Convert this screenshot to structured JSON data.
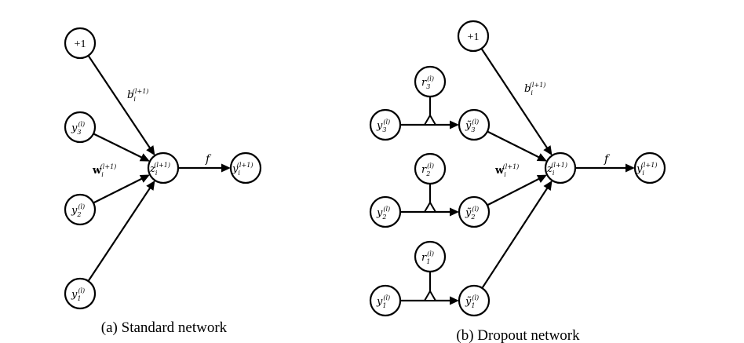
{
  "figures": [
    {
      "id": "standard",
      "caption": "(a) Standard network",
      "nodes": [
        {
          "id": "bias",
          "label": "+1",
          "kind": "plain"
        },
        {
          "id": "y3",
          "base": "y",
          "sub": "3",
          "sup": "(l)"
        },
        {
          "id": "y2",
          "base": "y",
          "sub": "2",
          "sup": "(l)"
        },
        {
          "id": "y1",
          "base": "y",
          "sub": "1",
          "sup": "(l)"
        },
        {
          "id": "z",
          "base": "z",
          "sub": "i",
          "sup": "(l+1)"
        },
        {
          "id": "out",
          "base": "y",
          "sub": "i",
          "sup": "(l+1)"
        }
      ],
      "edges": [
        {
          "from": "bias",
          "to": "z"
        },
        {
          "from": "y3",
          "to": "z"
        },
        {
          "from": "y2",
          "to": "z"
        },
        {
          "from": "y1",
          "to": "z"
        },
        {
          "from": "z",
          "to": "out"
        }
      ],
      "labels": {
        "bias_weight": {
          "base": "b",
          "sub": "i",
          "sup": "(l+1)"
        },
        "weights": {
          "base": "w",
          "sub": "i",
          "sup": "(l+1)",
          "bold": true
        },
        "activation": "f"
      }
    },
    {
      "id": "dropout",
      "caption": "(b) Dropout network",
      "nodes": [
        {
          "id": "bias",
          "label": "+1",
          "kind": "plain"
        },
        {
          "id": "r3",
          "base": "r",
          "sub": "3",
          "sup": "(l)"
        },
        {
          "id": "r2",
          "base": "r",
          "sub": "2",
          "sup": "(l)"
        },
        {
          "id": "r1",
          "base": "r",
          "sub": "1",
          "sup": "(l)"
        },
        {
          "id": "y3",
          "base": "y",
          "sub": "3",
          "sup": "(l)"
        },
        {
          "id": "y2",
          "base": "y",
          "sub": "2",
          "sup": "(l)"
        },
        {
          "id": "y1",
          "base": "y",
          "sub": "1",
          "sup": "(l)"
        },
        {
          "id": "yt3",
          "base": "ỹ",
          "sub": "3",
          "sup": "(l)"
        },
        {
          "id": "yt2",
          "base": "ỹ",
          "sub": "2",
          "sup": "(l)"
        },
        {
          "id": "yt1",
          "base": "ỹ",
          "sub": "1",
          "sup": "(l)"
        },
        {
          "id": "z",
          "base": "z",
          "sub": "i",
          "sup": "(l+1)"
        },
        {
          "id": "out",
          "base": "y",
          "sub": "i",
          "sup": "(l+1)"
        }
      ],
      "edges": [
        {
          "from": "y3",
          "to": "yt3",
          "gate": "r3"
        },
        {
          "from": "y2",
          "to": "yt2",
          "gate": "r2"
        },
        {
          "from": "y1",
          "to": "yt1",
          "gate": "r1"
        },
        {
          "from": "bias",
          "to": "z"
        },
        {
          "from": "yt3",
          "to": "z"
        },
        {
          "from": "yt2",
          "to": "z"
        },
        {
          "from": "yt1",
          "to": "z"
        },
        {
          "from": "z",
          "to": "out"
        }
      ],
      "labels": {
        "bias_weight": {
          "base": "b",
          "sub": "i",
          "sup": "(l+1)"
        },
        "weights": {
          "base": "w",
          "sub": "i",
          "sup": "(l+1)",
          "bold": true
        },
        "activation": "f"
      }
    }
  ]
}
